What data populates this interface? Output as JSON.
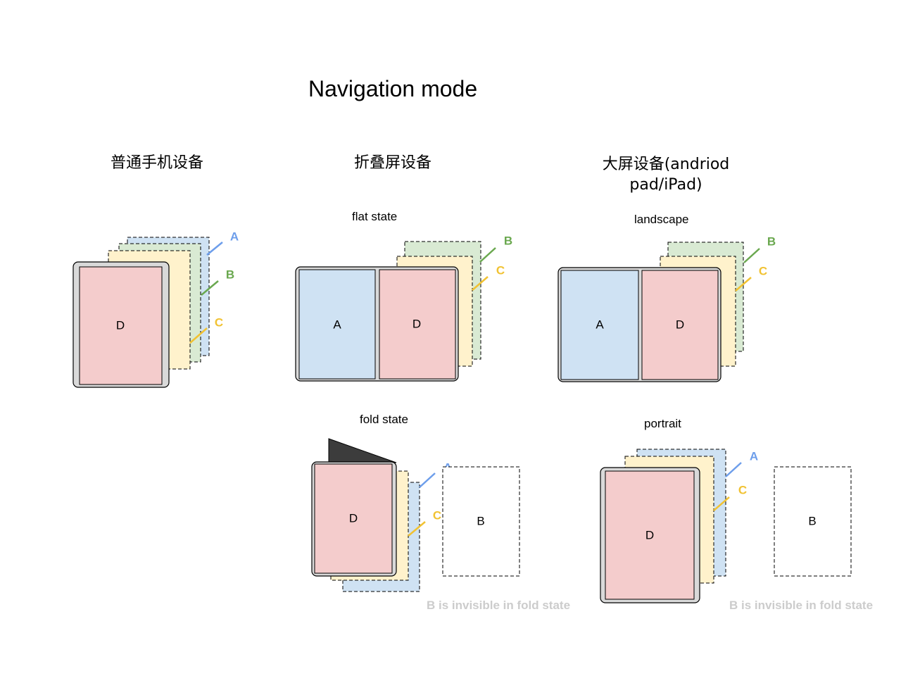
{
  "title": "Navigation mode",
  "colors": {
    "blue": "#cfe2f3",
    "green": "#d9ead3",
    "yellow": "#fff2cc",
    "red": "#f4cccc",
    "frame": "#d9d9d9",
    "label_blue": "#6d9eeb",
    "label_green": "#6aa84f",
    "label_yellow": "#f1c232",
    "hinge": "#3c3c3c",
    "note": "#cccccc"
  },
  "columns": {
    "phone": {
      "heading": "普通手机设备"
    },
    "foldable": {
      "heading": "折叠屏设备",
      "flat_label": "flat state",
      "fold_label": "fold state",
      "fold_note": "B is invisible in fold state"
    },
    "tablet": {
      "heading": "大屏设备(andriod pad/iPad)",
      "landscape_label": "landscape",
      "portrait_label": "portrait",
      "portrait_note": "B is invisible in fold state"
    }
  },
  "pages": {
    "a": "A",
    "b": "B",
    "c": "C",
    "d": "D"
  }
}
